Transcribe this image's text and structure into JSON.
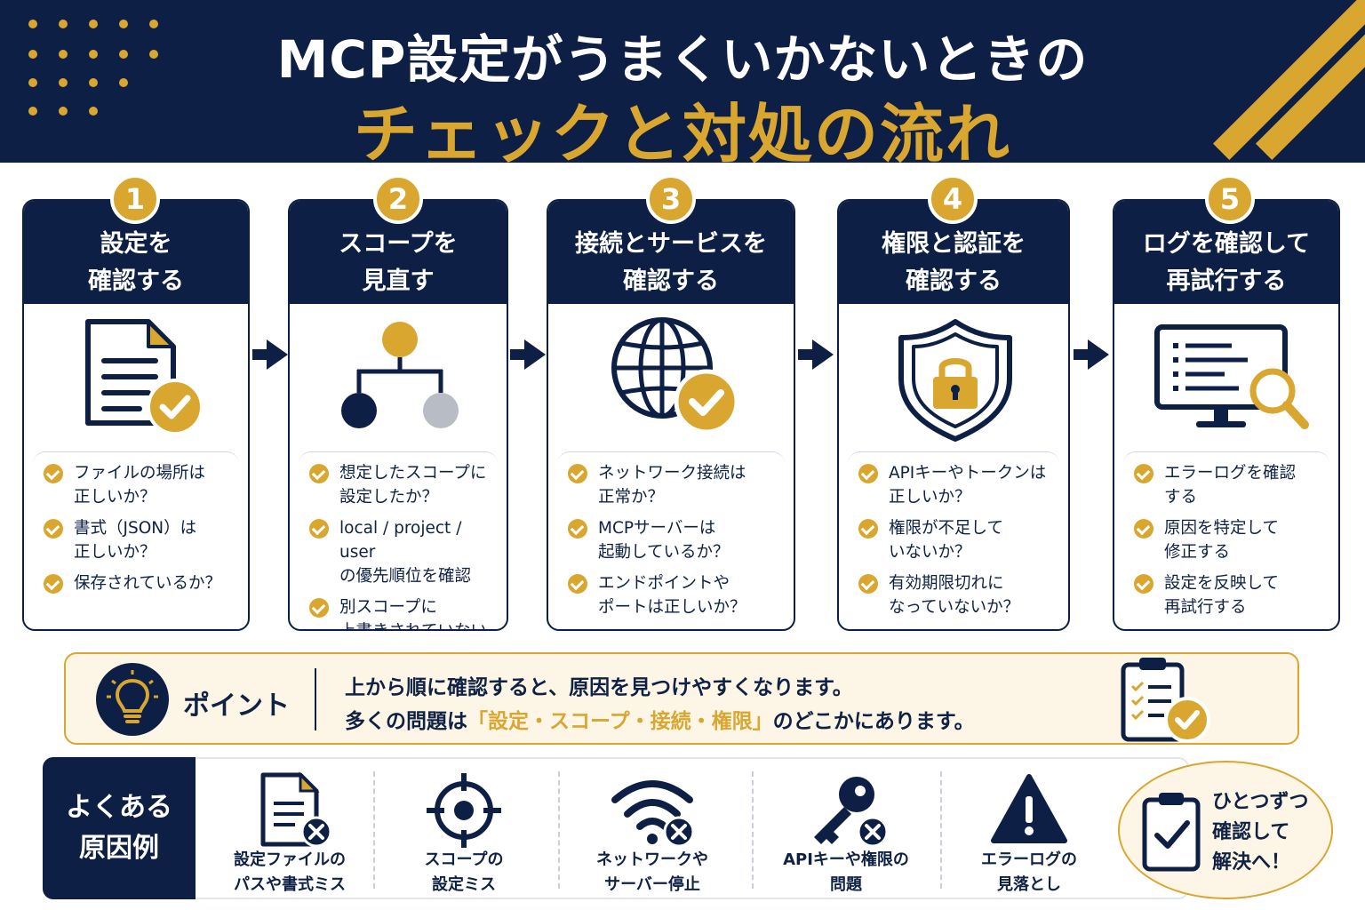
{
  "header": {
    "title_line1": "MCP設定がうまくいかないときの",
    "title_line2": "チェックと対処の流れ"
  },
  "steps": [
    {
      "number": "1",
      "title": "設定を\n確認する",
      "icon": "document-check-icon",
      "checks": [
        "ファイルの場所は\n正しいか？",
        "書式（JSON）は\n正しいか？",
        "保存されているか？"
      ]
    },
    {
      "number": "2",
      "title": "スコープを\n見直す",
      "icon": "hierarchy-icon",
      "checks": [
        "想定したスコープに\n設定したか？",
        "local / project / user\nの優先順位を確認",
        "別スコープに\n上書きされていないか？"
      ]
    },
    {
      "number": "3",
      "title": "接続とサービスを\n確認する",
      "icon": "globe-check-icon",
      "checks": [
        "ネットワーク接続は\n正常か？",
        "MCPサーバーは\n起動しているか？",
        "エンドポイントや\nポートは正しいか？"
      ]
    },
    {
      "number": "4",
      "title": "権限と認証を\n確認する",
      "icon": "shield-lock-icon",
      "checks": [
        "APIキーやトークンは\n正しいか？",
        "権限が不足して\nいないか？",
        "有効期限切れに\nなっていないか？"
      ]
    },
    {
      "number": "5",
      "title": "ログを確認して\n再試行する",
      "icon": "monitor-search-icon",
      "checks": [
        "エラーログを確認\nする",
        "原因を特定して\n修正する",
        "設定を反映して\n再試行する"
      ]
    }
  ],
  "point": {
    "label": "ポイント",
    "line1": "上から順に確認すると、原因を見つけやすくなります。",
    "line2_prefix": "多くの問題は",
    "line2_highlight": "「設定・スコープ・接続・権限」",
    "line2_suffix": "のどこかにあります。"
  },
  "causes": {
    "label": "よくある\n原因例",
    "items": [
      {
        "icon": "document-error-icon",
        "text": "設定ファイルの\nパスや書式ミス"
      },
      {
        "icon": "target-icon",
        "text": "スコープの\n設定ミス"
      },
      {
        "icon": "wifi-error-icon",
        "text": "ネットワークや\nサーバー停止"
      },
      {
        "icon": "key-error-icon",
        "text": "APIキーや権限の\n問題"
      },
      {
        "icon": "warning-icon",
        "text": "エラーログの\n見落とし"
      }
    ]
  },
  "final": {
    "text": "ひとつずつ\n確認して\n解決へ！"
  },
  "colors": {
    "navy": "#0d1f44",
    "gold": "#d9a630",
    "cream": "#fdf6e6"
  }
}
